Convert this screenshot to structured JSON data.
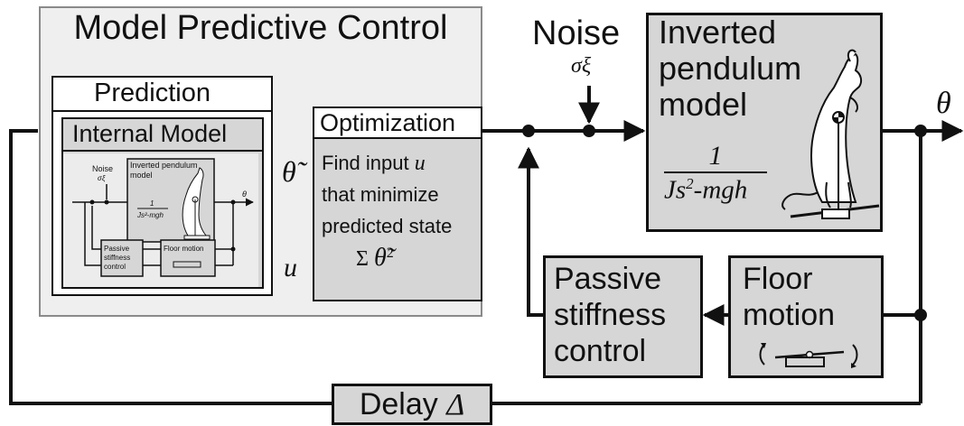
{
  "mpc": {
    "title": "Model Predictive Control"
  },
  "prediction": {
    "title": "Prediction"
  },
  "internal_model": {
    "title": "Internal Model",
    "mini": {
      "noise": "Noise",
      "sigma": "σξ",
      "pendulum_title_1": "Inverted pendulum",
      "pendulum_title_2": "model",
      "tf_num": "1",
      "tf_den": "Js²-mgh",
      "theta": "θ",
      "passive_1": "Passive",
      "passive_2": "stiffness",
      "passive_3": "control",
      "floor": "Floor motion"
    }
  },
  "optimization": {
    "title": "Optimization",
    "line1_text": "Find input ",
    "line1_var": "u",
    "line2": "that minimize",
    "line3": "predicted state",
    "formula_sigma": "Σ",
    "formula_theta": "θ̃",
    "formula_exp": "2"
  },
  "signals": {
    "theta_tilde": "θ̃",
    "u": "u",
    "theta_out": "θ"
  },
  "noise": {
    "label": "Noise",
    "symbol": "σξ"
  },
  "pendulum": {
    "title_1": "Inverted",
    "title_2": "pendulum",
    "title_3": "model",
    "tf_num": "1",
    "tf_den_base": "Js",
    "tf_den_exp": "2",
    "tf_den_rest": "-mgh"
  },
  "passive": {
    "line1": "Passive",
    "line2": "stiffness",
    "line3": "control"
  },
  "floor": {
    "line1": "Floor",
    "line2": "motion"
  },
  "delay": {
    "label": "Delay ",
    "symbol": "Δ"
  },
  "colors": {
    "mpc_bg": "#efefef",
    "mpc_border": "#8a8a8a",
    "block_fill": "#d6d6d6",
    "white": "#ffffff",
    "line": "#111111"
  }
}
